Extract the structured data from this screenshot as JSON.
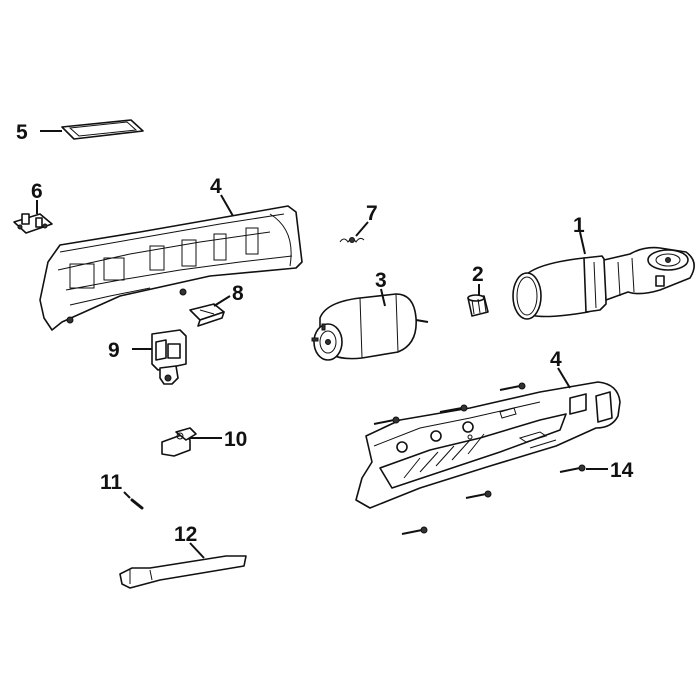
{
  "diagram": {
    "labels": {
      "p1": "1",
      "p2": "2",
      "p3": "3",
      "p4a": "4",
      "p4b": "4",
      "p5": "5",
      "p6": "6",
      "p7": "7",
      "p8": "8",
      "p9": "9",
      "p10": "10",
      "p11": "11",
      "p12": "12",
      "p14": "14"
    }
  }
}
